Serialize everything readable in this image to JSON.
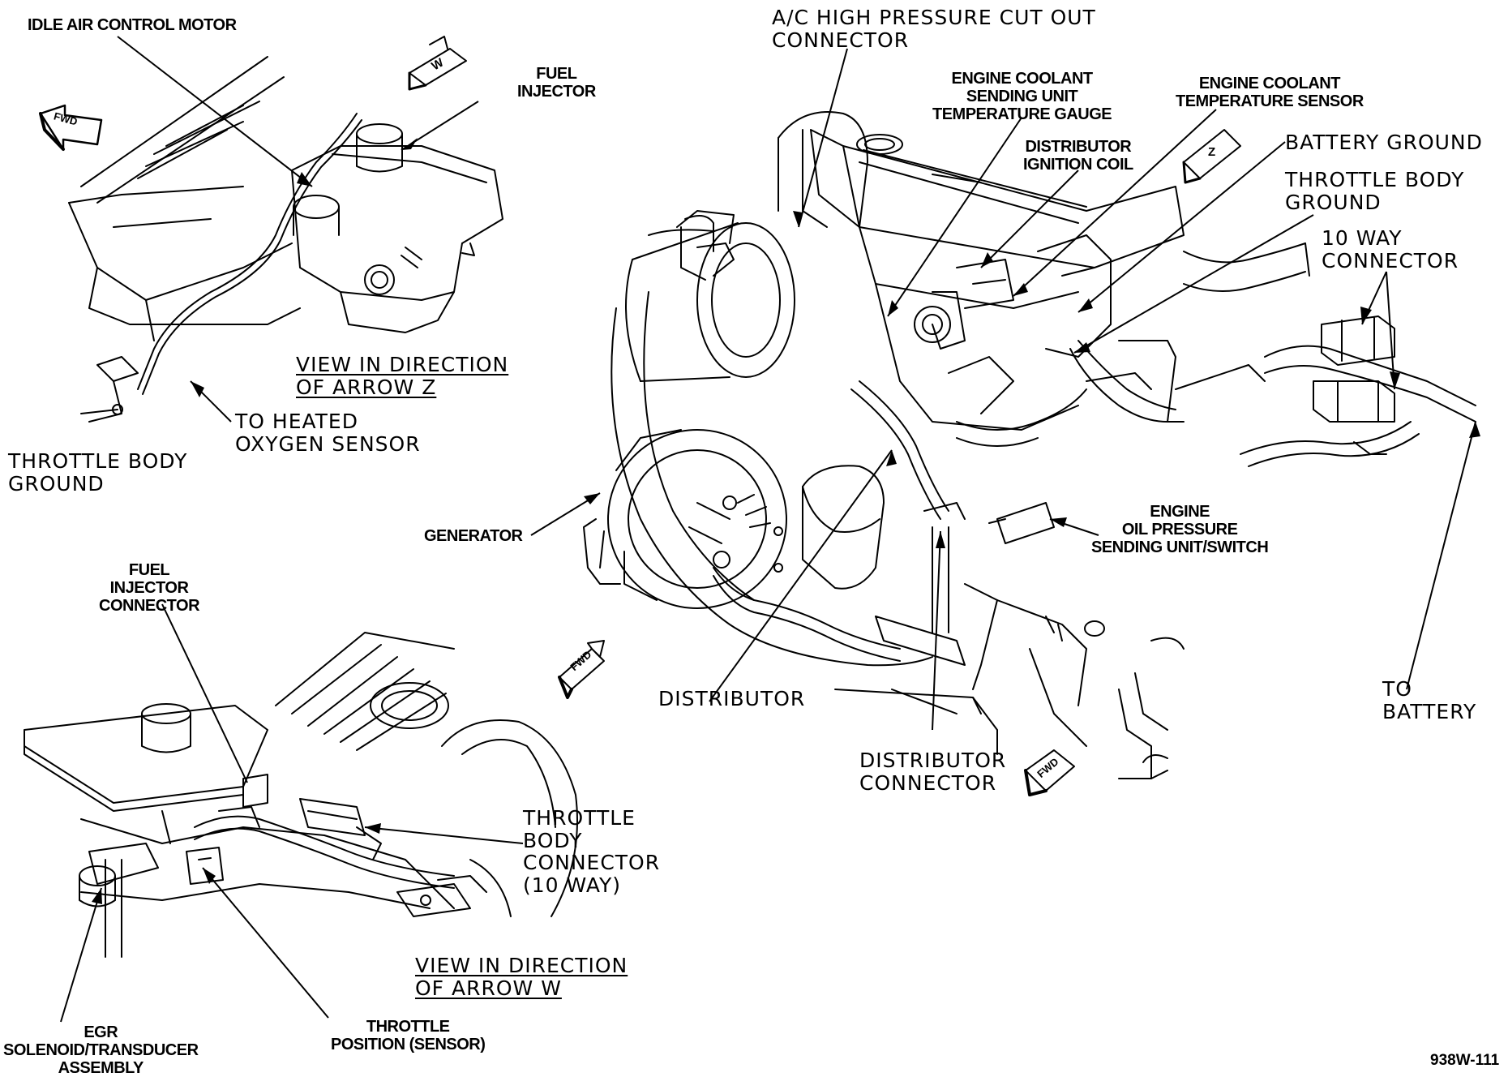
{
  "labels": {
    "idle_air_control_motor": "IDLE AIR CONTROL MOTOR",
    "fuel_injector": [
      "FUEL",
      "INJECTOR"
    ],
    "view_arrow_z": [
      "VIEW IN DIRECTION",
      "OF ARROW Z"
    ],
    "to_heated_oxygen_sensor": [
      "TO HEATED",
      "OXYGEN SENSOR"
    ],
    "throttle_body_ground_left": [
      "THROTTLE BODY",
      "GROUND"
    ],
    "generator": "GENERATOR",
    "fuel_injector_connector": [
      "FUEL",
      "INJECTOR",
      "CONNECTOR"
    ],
    "ac_high_pressure": [
      "A/C HIGH PRESSURE CUT OUT",
      "CONNECTOR"
    ],
    "coolant_gauge": [
      "ENGINE COOLANT",
      "SENDING UNIT",
      "TEMPERATURE GAUGE"
    ],
    "distributor_ignition_coil": [
      "DISTRIBUTOR",
      "IGNITION COIL"
    ],
    "coolant_sensor": [
      "ENGINE COOLANT",
      "TEMPERATURE SENSOR"
    ],
    "battery_ground": "BATTERY GROUND",
    "throttle_body_ground_right": [
      "THROTTLE BODY",
      "GROUND"
    ],
    "ten_way_connector": [
      "10 WAY",
      "CONNECTOR"
    ],
    "oil_pressure": [
      "ENGINE",
      "OIL PRESSURE",
      "SENDING UNIT/SWITCH"
    ],
    "distributor": "DISTRIBUTOR",
    "to_battery": [
      "TO",
      "BATTERY"
    ],
    "distributor_connector": [
      "DISTRIBUTOR",
      "CONNECTOR"
    ],
    "throttle_body_connector": [
      "THROTTLE",
      "BODY",
      "CONNECTOR",
      "(10 WAY)"
    ],
    "view_arrow_w": [
      "VIEW IN DIRECTION",
      "OF ARROW W"
    ],
    "egr_assembly": [
      "EGR",
      "SOLENOID/TRANSDUCER",
      "ASSEMBLY"
    ],
    "throttle_position": [
      "THROTTLE",
      "POSITION (SENSOR)"
    ]
  },
  "arrows": {
    "fwd": "FWD",
    "w": "W",
    "z": "Z"
  },
  "figure_id": "938W-111"
}
